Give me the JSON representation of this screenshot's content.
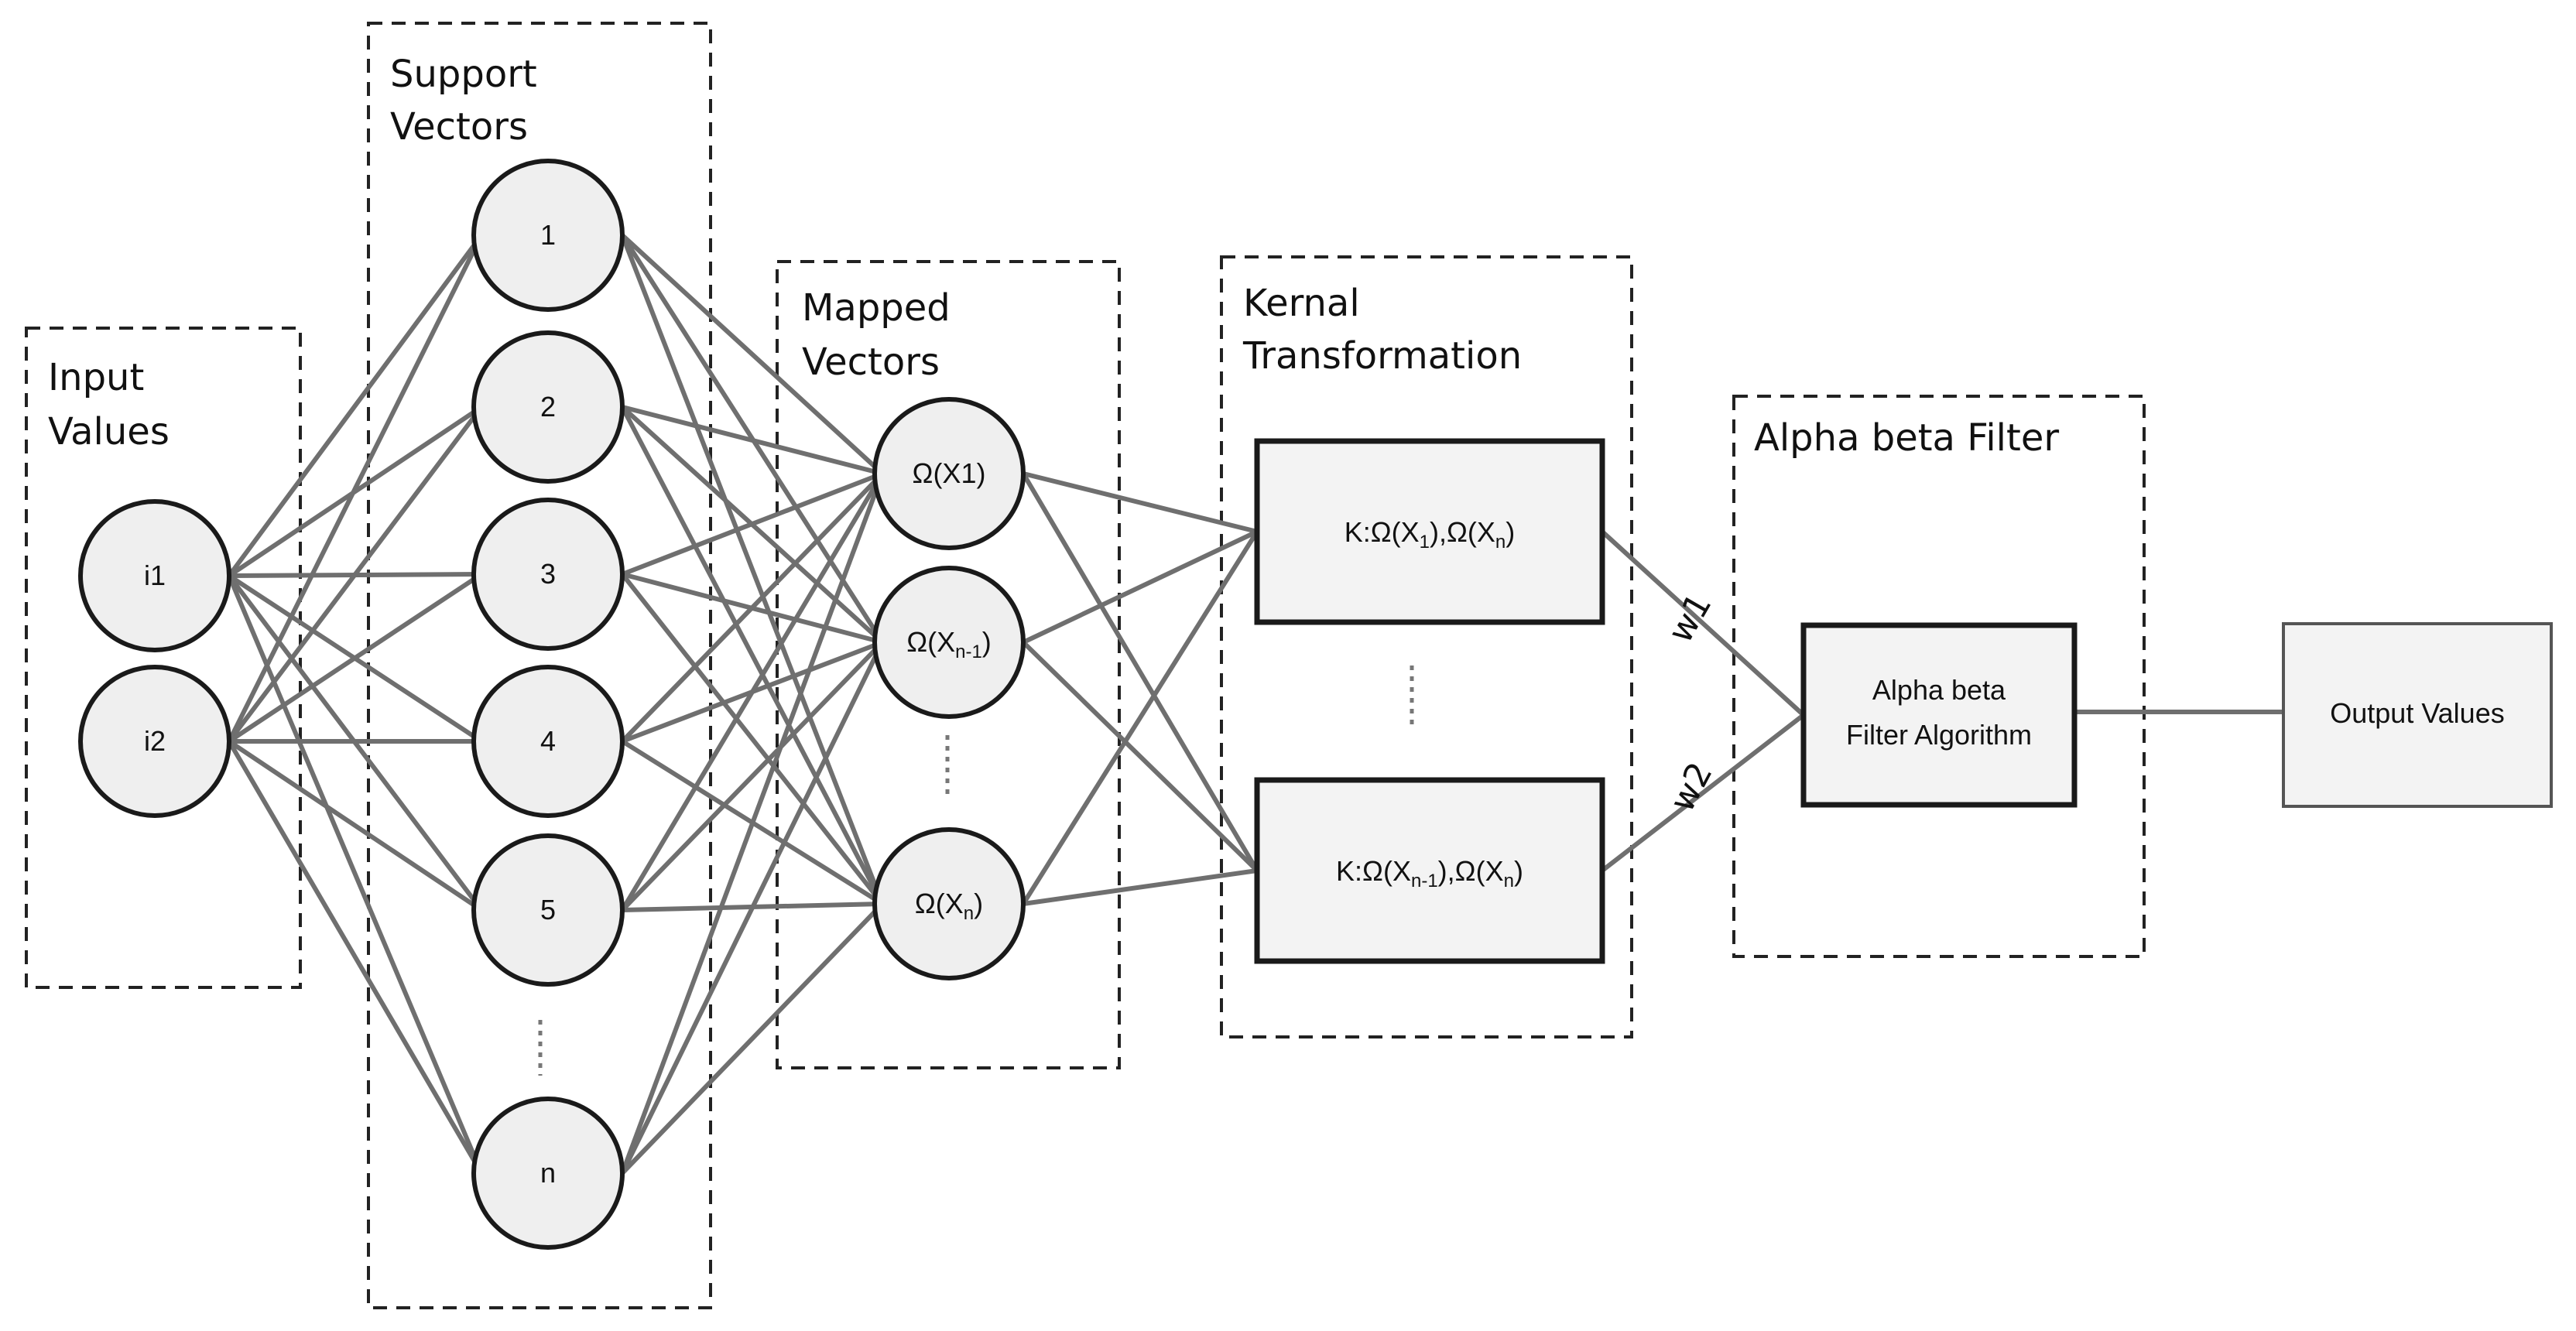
{
  "groups": {
    "input": {
      "title_line1": "Input",
      "title_line2": "Values"
    },
    "support": {
      "title_line1": "Support",
      "title_line2": "Vectors"
    },
    "mapped": {
      "title_line1": "Mapped",
      "title_line2": "Vectors"
    },
    "kernel": {
      "title_line1": "Kernal",
      "title_line2": "Transformation"
    },
    "alpha": {
      "title": "Alpha beta Filter"
    }
  },
  "input_nodes": [
    "i1",
    "i2"
  ],
  "support_nodes": [
    "1",
    "2",
    "3",
    "4",
    "5",
    "n"
  ],
  "mapped_nodes": [
    {
      "base": "Ω(X1)",
      "sub": "",
      "tail": ""
    },
    {
      "base": "Ω(X",
      "sub": "n-1",
      "tail": ")"
    },
    {
      "base": "Ω(X",
      "sub": "n",
      "tail": ")"
    }
  ],
  "kernel_boxes": [
    {
      "p1": "K:Ω(X",
      "s1": "1",
      "p2": "),Ω(X",
      "s2": "n",
      "p3": ")"
    },
    {
      "p1": "K:Ω(X",
      "s1": "n-1",
      "p2": "),Ω(X",
      "s2": "n",
      "p3": ")"
    }
  ],
  "weights": [
    "w1",
    "w2"
  ],
  "filter_box": {
    "line1": "Alpha beta",
    "line2": "Filter Algorithm"
  },
  "output_box": {
    "label": "Output Values"
  }
}
